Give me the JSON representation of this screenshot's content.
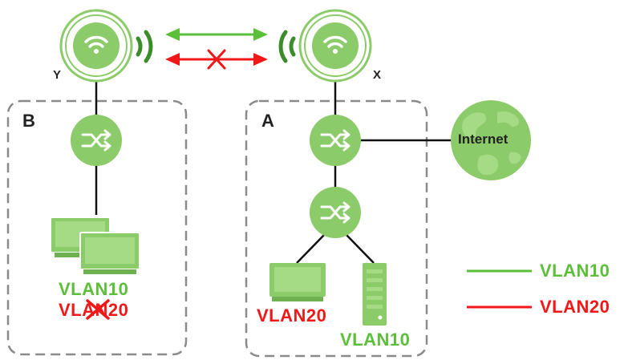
{
  "zones": {
    "zone_b": "B",
    "zone_a": "A"
  },
  "access_points": {
    "left": "Y",
    "right": "X"
  },
  "internet": {
    "label": "Internet"
  },
  "zone_b_vlans": {
    "allowed": "VLAN10",
    "blocked": "VLAN20"
  },
  "zone_a_devices": {
    "monitor_vlan": "VLAN20",
    "server_vlan": "VLAN10"
  },
  "legend": [
    {
      "label": "VLAN10",
      "color": "#5cbf3a"
    },
    {
      "label": "VLAN20",
      "color": "#f01818"
    }
  ],
  "colors": {
    "device_green": "#8ccb6a",
    "device_green_dark": "#6fb050",
    "allowed": "#5cbf3a",
    "blocked": "#f01818",
    "zone_border": "#8a8a8a"
  },
  "icons": [
    "wifi-access-point-icon",
    "wifi-signal-icon",
    "switch-icon",
    "monitor-icon",
    "server-icon",
    "globe-icon",
    "x-mark-icon"
  ]
}
